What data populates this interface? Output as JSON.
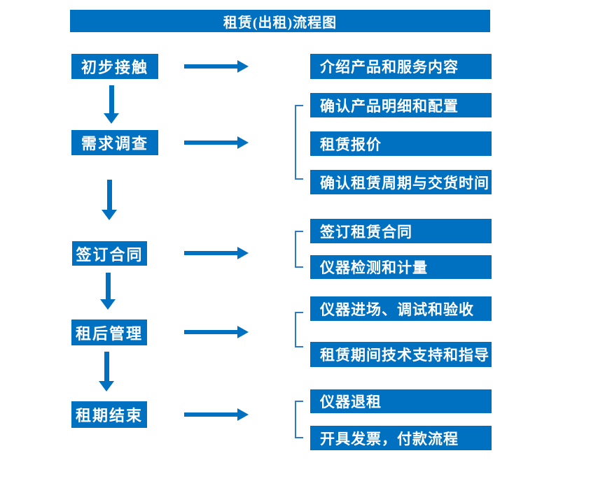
{
  "title": "租赁(出租)流程图",
  "colors": {
    "primary": "#0070C0",
    "bracket": "#2F7BC3",
    "box_text": "#FFFFFF",
    "background": "#FFFFFF"
  },
  "stages": [
    {
      "label": "初步接触",
      "details": [
        "介绍产品和服务内容"
      ]
    },
    {
      "label": "需求调查",
      "details": [
        "确认产品明细和配置",
        "租赁报价",
        "确认租赁周期与交货时间"
      ]
    },
    {
      "label": "签订合同",
      "details": [
        "签订租赁合同",
        "仪器检测和计量"
      ]
    },
    {
      "label": "租后管理",
      "details": [
        "仪器进场、调试和验收",
        "租赁期间技术支持和指导"
      ]
    },
    {
      "label": "租期结束",
      "details": [
        "仪器退租",
        "开具发票，付款流程"
      ]
    }
  ],
  "icons": {
    "right_arrow": "arrow-right-icon",
    "down_arrow": "arrow-down-icon",
    "group_bracket": "left-bracket"
  }
}
